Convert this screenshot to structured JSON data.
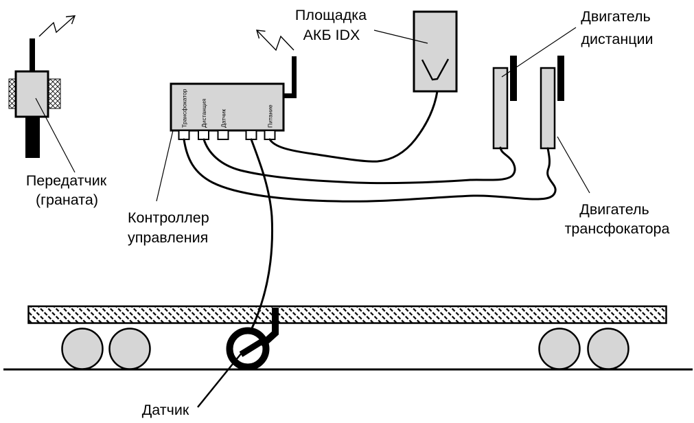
{
  "colors": {
    "background": "#ffffff",
    "device_fill": "#d6d6d6",
    "line": "#000000"
  },
  "labels": {
    "transmitter": {
      "line1": "Передатчик",
      "line2": "(граната)"
    },
    "controller": {
      "line1": "Контроллер",
      "line2": "управления"
    },
    "battery": {
      "line1": "Площадка",
      "line2": "АКБ IDX"
    },
    "distance_motor": {
      "line1": "Двигатель",
      "line2": "дистанции"
    },
    "zoom_motor": {
      "line1": "Двигатель",
      "line2": "трансфокатора"
    },
    "sensor": "Датчик"
  },
  "controller_ports": {
    "port1": "Трансфокатор",
    "port2": "Дистанция",
    "port3": "Датчик",
    "port5": "Питание"
  }
}
